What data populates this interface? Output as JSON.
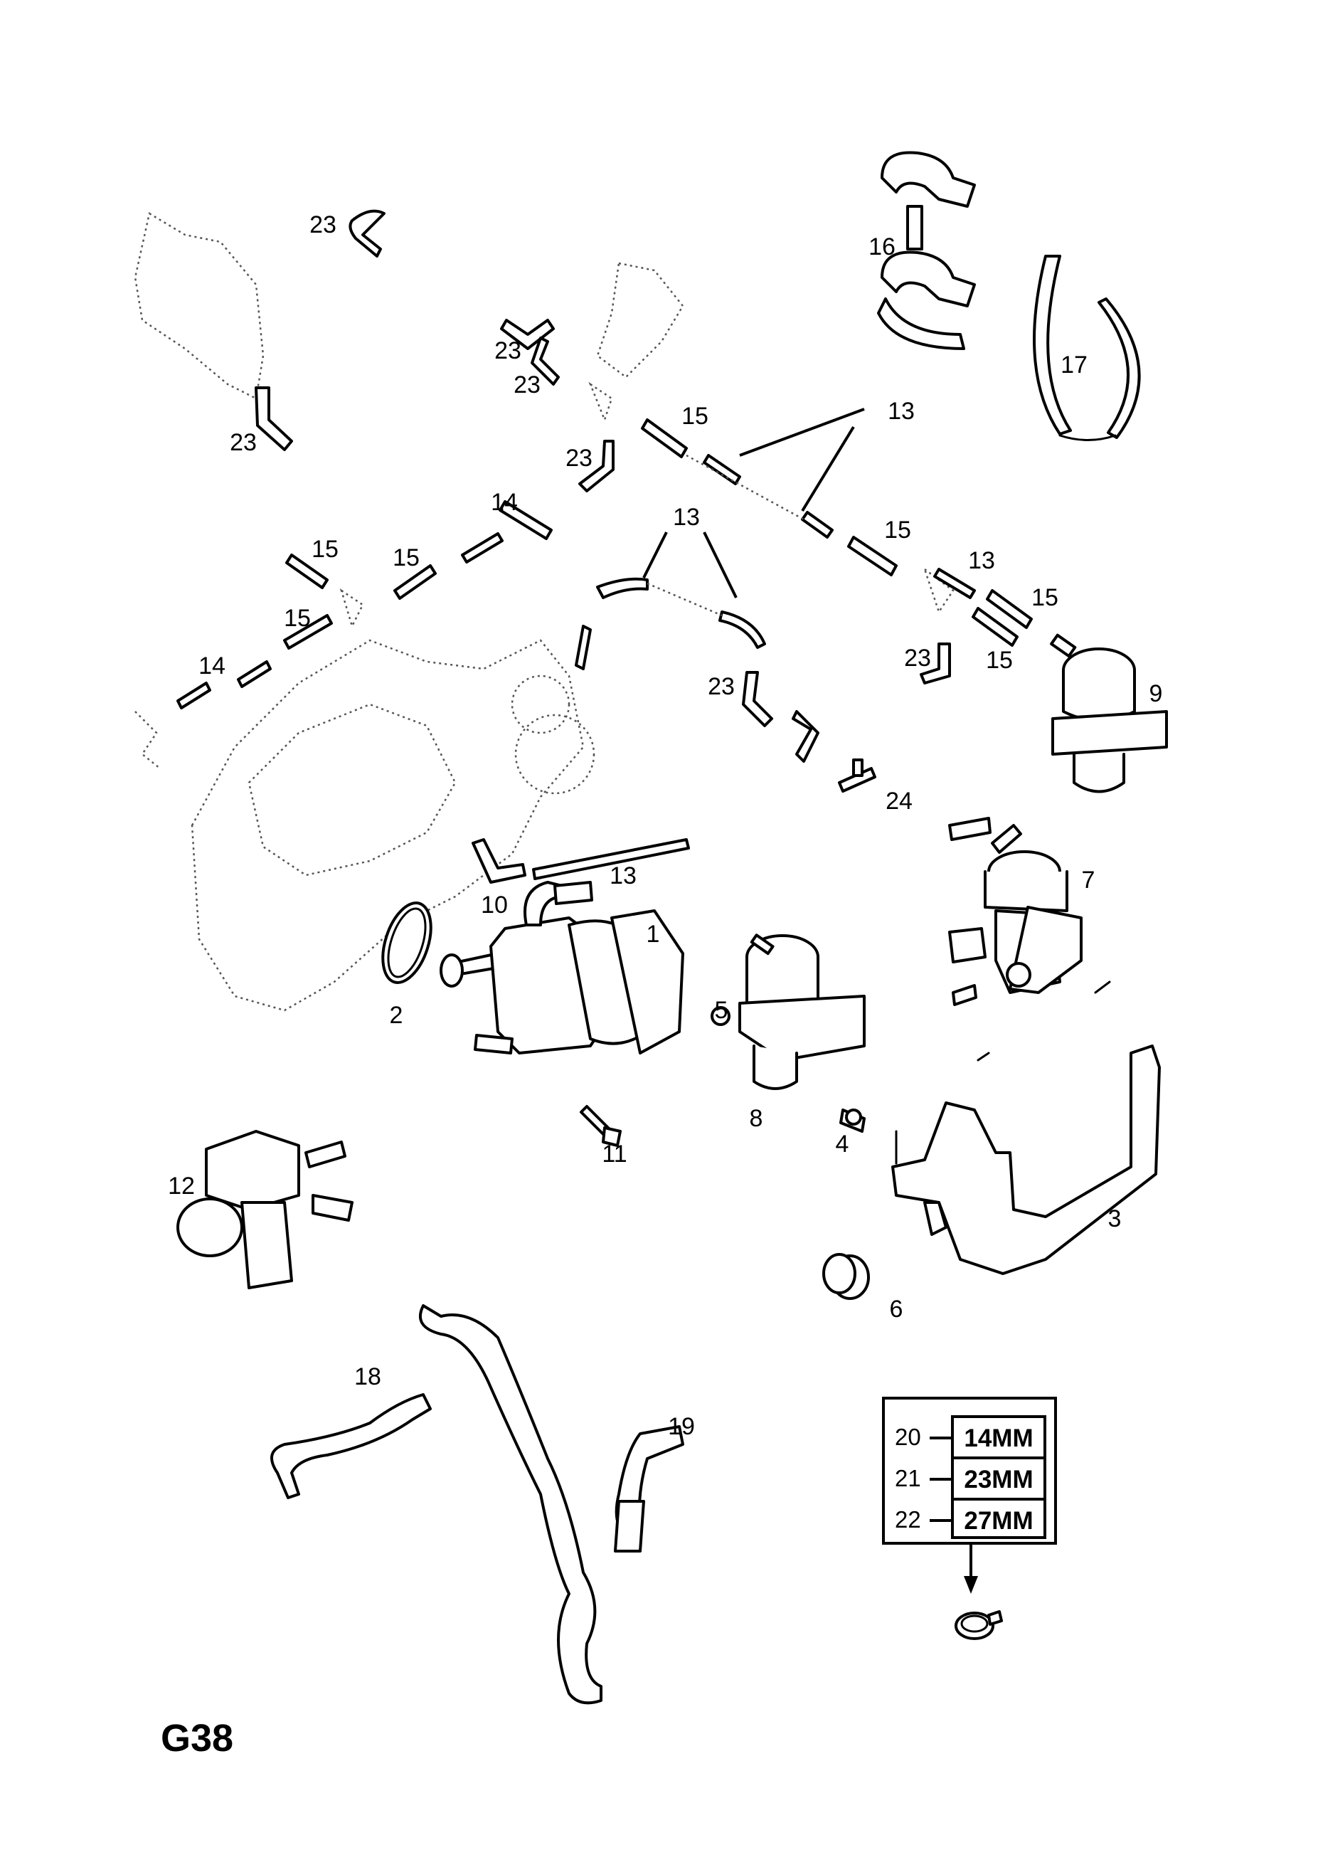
{
  "page": {
    "code": "G38",
    "title": "Exploded parts diagram"
  },
  "callouts": {
    "c1": "1",
    "c2": "2",
    "c3": "3",
    "c4": "4",
    "c5": "5",
    "c6": "6",
    "c7": "7",
    "c8": "8",
    "c9": "9",
    "c10": "10",
    "c11": "11",
    "c12": "12",
    "c13a": "13",
    "c13b": "13",
    "c13c": "13",
    "c13d": "13",
    "c14a": "14",
    "c14b": "14",
    "c15a": "15",
    "c15b": "15",
    "c15c": "15",
    "c15d": "15",
    "c15e": "15",
    "c15f": "15",
    "c15g": "15",
    "c16": "16",
    "c17": "17",
    "c18": "18",
    "c19": "19",
    "c23a": "23",
    "c23b": "23",
    "c23c": "23",
    "c23d": "23",
    "c23e": "23",
    "c23f": "23",
    "c23g": "23",
    "c24": "24"
  },
  "size_legend": [
    {
      "ref": "20",
      "size": "14MM"
    },
    {
      "ref": "21",
      "size": "23MM"
    },
    {
      "ref": "22",
      "size": "27MM"
    }
  ]
}
